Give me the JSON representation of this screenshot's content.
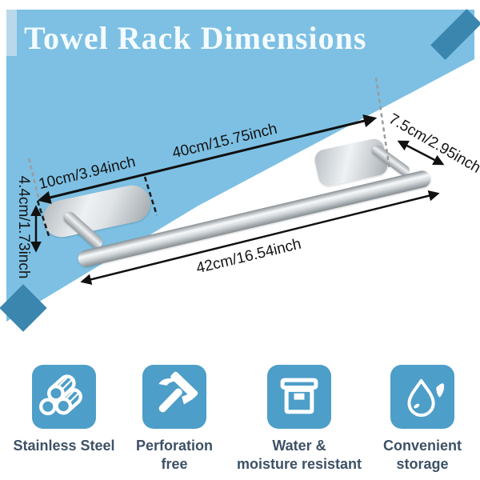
{
  "title": "Towel Rack Dimensions",
  "dimensions": {
    "plate_length": "10cm/3.94inch",
    "center_span": "40cm/15.75inch",
    "depth": "7.5cm/2.95inch",
    "plate_height": "4.4cm/1.73inch",
    "overall_length": "42cm/16.54inch"
  },
  "features": [
    {
      "icon": "steel-pipes-icon",
      "label": "Stainless Steel"
    },
    {
      "icon": "hammer-icon",
      "label": "Perforation\nfree"
    },
    {
      "icon": "storage-box-icon",
      "label": "Water &\nmoisture resistant"
    },
    {
      "icon": "water-drop-icon",
      "label": "Convenient\nstorage"
    }
  ],
  "colors": {
    "sky_blue": "#7dc0e3",
    "light_blue_stripe": "#b9d8ec",
    "dark_blue_accent": "#3b86af",
    "icon_blue": "#4d9ec8",
    "label_text": "#3d5166",
    "dimension_text": "#141414"
  }
}
